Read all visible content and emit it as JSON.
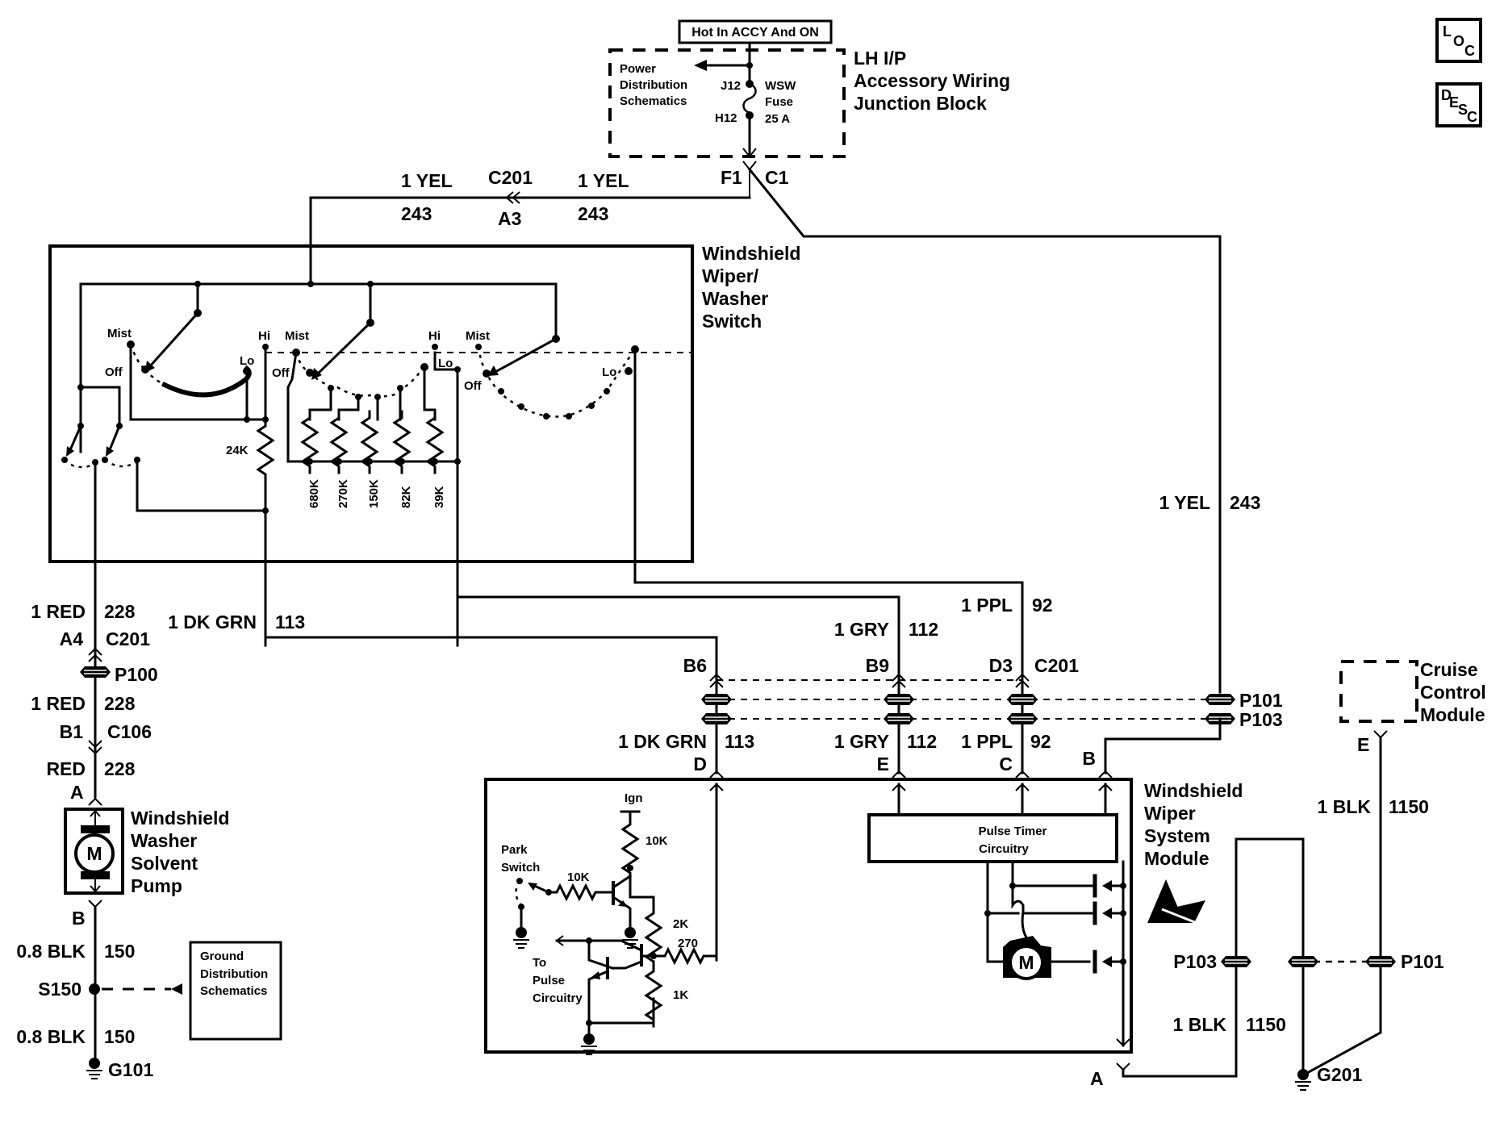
{
  "nav": {
    "loc": {
      "l1": "L",
      "l2": "O",
      "l3": "C"
    },
    "desc": {
      "l1": "D",
      "l2": "E",
      "l3": "S",
      "l4": "C"
    }
  },
  "power": {
    "hot_label": "Hot In ACCY And ON",
    "junction_block": [
      "LH I/P",
      "Accessory Wiring",
      "Junction Block"
    ],
    "power_dist": [
      "Power",
      "Distribution",
      "Schematics"
    ],
    "fuse_in": "J12",
    "fuse_out": "H12",
    "fuse_name": [
      "WSW",
      "Fuse",
      "25 A"
    ],
    "out_left": "F1",
    "out_right": "C1"
  },
  "feed": {
    "wire_left_color": "1 YEL",
    "wire_left_num": "243",
    "connector": "C201",
    "connector_pin": "A3",
    "wire_right_color": "1 YEL",
    "wire_right_num": "243",
    "wire_down_color": "1 YEL",
    "wire_down_num": "243"
  },
  "switch": {
    "title": [
      "Windshield",
      "Wiper/",
      "Washer",
      "Switch"
    ],
    "positions": {
      "mist": "Mist",
      "off": "Off",
      "lo": "Lo",
      "hi": "Hi"
    },
    "r24k": "24K",
    "resistors": [
      "680K",
      "270K",
      "150K",
      "82K",
      "39K"
    ]
  },
  "washer_circuit": {
    "w1_color": "1 RED",
    "w1_num": "228",
    "c201_pin": "A4",
    "c201": "C201",
    "pass": "P100",
    "w2_color": "1 RED",
    "w2_num": "228",
    "c106_pin": "B1",
    "c106": "C106",
    "w3_color": "RED",
    "w3_num": "228",
    "pump_pin_a": "A",
    "pump_title": [
      "Windshield",
      "Washer",
      "Solvent",
      "Pump"
    ],
    "motor": "M",
    "pump_pin_b": "B",
    "g1_color": "0.8 BLK",
    "g1_num": "150",
    "splice": "S150",
    "g2_color": "0.8 BLK",
    "g2_num": "150",
    "ground": "G101",
    "ground_dist": [
      "Ground",
      "Distribution",
      "Schematics"
    ]
  },
  "connectors": {
    "dkgrn_top_color": "1 DK GRN",
    "dkgrn_top_num": "113",
    "gry_top_color": "1 GRY",
    "gry_top_num": "112",
    "ppl_top_color": "1 PPL",
    "ppl_top_num": "92",
    "pin_b6": "B6",
    "pin_b9": "B9",
    "pin_d3": "D3",
    "c201": "C201",
    "p101": "P101",
    "p103": "P103",
    "dkgrn_bot_color": "1 DK GRN",
    "dkgrn_bot_num": "113",
    "gry_bot_color": "1 GRY",
    "gry_bot_num": "112",
    "ppl_bot_color": "1 PPL",
    "ppl_bot_num": "92",
    "pin_d": "D",
    "pin_e": "E",
    "pin_c": "C",
    "pin_b": "B"
  },
  "module": {
    "title": [
      "Windshield",
      "Wiper",
      "System",
      "Module"
    ],
    "ign": "Ign",
    "r10k_a": "10K",
    "r10k_b": "10K",
    "r2k": "2K",
    "r270": "270",
    "r1k": "1K",
    "park_switch": [
      "Park",
      "Switch"
    ],
    "to_pulse": [
      "To",
      "Pulse",
      "Circuitry"
    ],
    "pulse_timer": [
      "Pulse Timer",
      "Circuitry"
    ],
    "motor": "M",
    "pin_a": "A"
  },
  "ground_circuit": {
    "cruise": [
      "Cruise",
      "Control",
      "Module"
    ],
    "cruise_pin": "E",
    "w1_color": "1 BLK",
    "w1_num": "1150",
    "p103": "P103",
    "p101": "P101",
    "w2_color": "1 BLK",
    "w2_num": "1150",
    "ground": "G201"
  }
}
